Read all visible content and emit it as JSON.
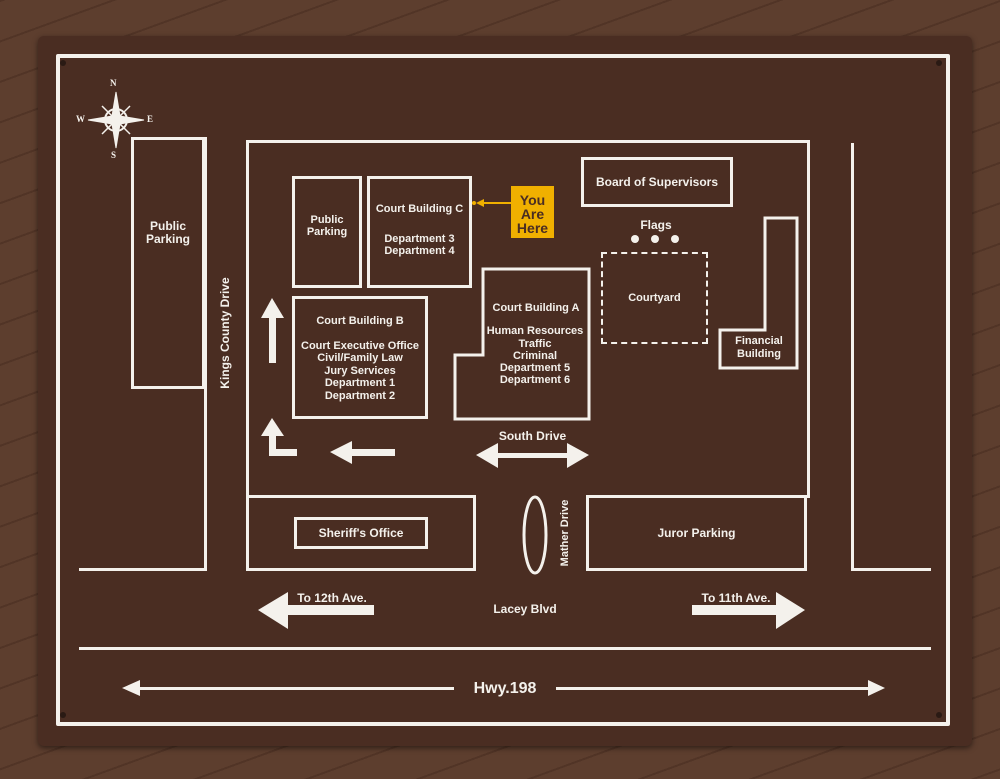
{
  "compass": {
    "n": "N",
    "s": "S",
    "e": "E",
    "w": "W"
  },
  "labels": {
    "public_parking_left": "Public\nParking",
    "public_parking_inner": "Public\nParking",
    "court_c_title": "Court Building C",
    "court_c_depts": [
      "Department 3",
      "Department 4"
    ],
    "you_are_here": [
      "You",
      "Are",
      "Here"
    ],
    "board": "Board of Supervisors",
    "flags": "Flags",
    "courtyard": "Courtyard",
    "financial": "Financial\nBuilding",
    "court_b_title": "Court Building B",
    "court_b_items": [
      "Court Executive Office",
      "Civil/Family Law",
      "Jury Services",
      "Department 1",
      "Department 2"
    ],
    "court_a_title": "Court Building A",
    "court_a_items": [
      "Human Resources",
      "Traffic",
      "Criminal",
      "Department 5",
      "Department 6"
    ],
    "kings_county": "Kings County Drive",
    "south_drive": "South Drive",
    "sheriff": "Sheriff's Office",
    "mather": "Mather Drive",
    "juror": "Juror Parking",
    "to_12th": "To 12th Ave.",
    "to_11th": "To 11th Ave.",
    "lacey": "Lacey Blvd",
    "hwy": "Hwy.198"
  },
  "colors": {
    "sign": "#4a2d22",
    "line": "#f4f1ec",
    "highlight": "#f0b000"
  }
}
